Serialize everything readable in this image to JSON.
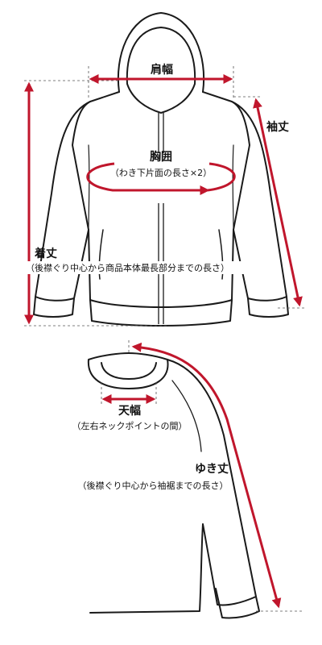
{
  "labels": {
    "shoulder": "肩幅",
    "sleeve": "袖丈",
    "chest": "胸囲",
    "chest_note": "（わき下片面の長さ×2）",
    "length": "着丈",
    "length_note": "（後襟ぐり中心から商品本体最長部分までの長さ）",
    "neck_width": "天幅",
    "neck_note": "（左右ネックポイントの間）",
    "yuki": "ゆき丈",
    "yuki_note": "（後襟ぐり中心から袖裾までの長さ）"
  },
  "colors": {
    "arrow": "#c0162c",
    "outline": "#1a1a1a",
    "guide": "#555555"
  }
}
